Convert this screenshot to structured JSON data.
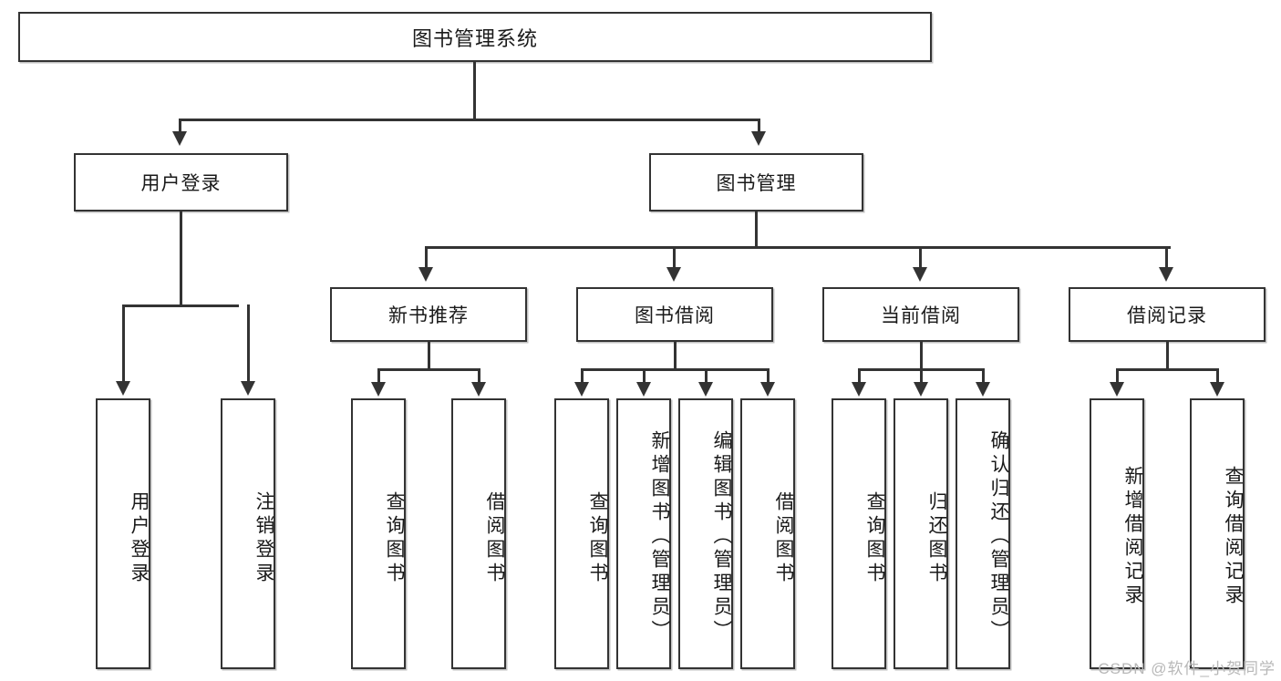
{
  "diagram": {
    "type": "tree-hierarchy",
    "title": "图书管理系统",
    "watermark": "CSDN @软件_小贺同学",
    "colors": {
      "stroke": "#333333",
      "fill": "#FFFFFF",
      "text": "#1A1A1A",
      "watermark": "#B8B8B8"
    },
    "levels": {
      "level1": [
        {
          "label": "图书管理系统"
        }
      ],
      "level2": [
        {
          "label": "用户登录"
        },
        {
          "label": "图书管理"
        }
      ],
      "level3": [
        {
          "label": "新书推荐"
        },
        {
          "label": "图书借阅"
        },
        {
          "label": "当前借阅"
        },
        {
          "label": "借阅记录"
        }
      ],
      "leaves": {
        "user_login": [
          {
            "label": "用户登录"
          },
          {
            "label": "注销登录"
          }
        ],
        "new_book_recommend": [
          {
            "label": "查询图书"
          },
          {
            "label": "借阅图书"
          }
        ],
        "book_borrow": [
          {
            "label": "查询图书"
          },
          {
            "label": "新增图书（管理员）"
          },
          {
            "label": "编辑图书（管理员）"
          },
          {
            "label": "借阅图书"
          }
        ],
        "current_borrow": [
          {
            "label": "查询图书"
          },
          {
            "label": "归还图书"
          },
          {
            "label": "确认归还（管理员）"
          }
        ],
        "borrow_record": [
          {
            "label": "新增借阅记录"
          },
          {
            "label": "查询借阅记录"
          }
        ]
      }
    }
  }
}
